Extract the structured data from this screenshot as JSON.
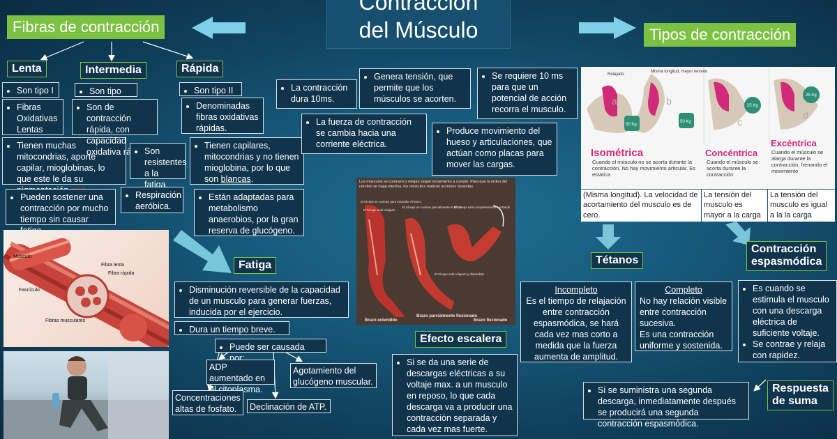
{
  "title": {
    "line1": "Contracción",
    "line2": "del Músculo"
  },
  "left": {
    "heading": "Fibras de contracción",
    "lenta": {
      "label": "Lenta",
      "b1": "Son tipo I",
      "b2": "Fibras Oxidativas Lentas",
      "b3a": "Tienen muchas mitocondrias, aporte capilar, mioglobinas, lo que este le da su pigmentación ",
      "b3b": "rojo.",
      "b4": "Pueden sostener una contracción por mucho tiempo sin causar fatiga."
    },
    "intermedia": {
      "label": "Intermedia",
      "b1": "Son tipo IIA",
      "b2": "Son de contracción rápida, con capacidad oxidativa rápida.",
      "b3": "Son resistentes a la fatiga.",
      "b4": "Respiración aeróbica."
    },
    "rapida": {
      "label": "Rápida",
      "b1": "Son tipo II",
      "b2": "Denominadas fibras oxidativas rápidas.",
      "b3a": "Tienen capilares, mitocondrias y no tienen mioglobina, por lo que son ",
      "b3b": "blancas",
      "b3c": ".",
      "b4": "Están adaptadas para metabolismo anaerobios, por la gran reserva de glucógeno."
    },
    "muscle_labels": {
      "musculo": "Músculo",
      "fibra_lenta": "Fibra lenta",
      "fibra_rapida": "Fibra rápida",
      "fasciculo": "Fascículo",
      "fibras_musculares": "Fibras musculares"
    }
  },
  "center": {
    "c1": "La contracción dura 10ms.",
    "c2": "Genera tensión, que permite que los músculos se acorten.",
    "c3": "Se requiere 10 ms para que un potencial de acción recorra el musculo.",
    "c4": "La fuerza de contracción se cambia hacia una corriente eléctrica.",
    "c5": "Produce movimiento del hueso y articulaciones, que actúan como placas para mover las cargas."
  },
  "arm_figure": {
    "caption": "Los músculos se contraen o relajan según movimiento a cumplir. Para que la orden del cerebro se haga efectiva, los músculos realizan acciones opuestas.",
    "n1": "El tríceps se contrae para extender el brazo",
    "n2": "El bíceps está relajado",
    "n3": "El bíceps se contrae parcialmente el brazo",
    "n4": "El bíceps está completamente contraído",
    "n5": "El tríceps está relajado y distendido",
    "l1": "Brazo extendido",
    "l2": "Brazo parcialmente flexionado",
    "l3": "Brazo flexionado"
  },
  "fatiga": {
    "label": "Fatiga",
    "b1": "Disminución reversible de la capacidad de un musculo para generar fuerzas, inducida por el ejercicio.",
    "b2": "Dura un tiempo breve.",
    "b3": "Puede ser causada por:",
    "c1": "ADP aumentado en el citoplasma.",
    "c2": "Agotamiento del glucógeno muscular.",
    "c3": "Concentraciones altas de fosfato.",
    "c4": "Declinación de ATP."
  },
  "escalera": {
    "label": "Efecto escalera",
    "b1": "Si se da una serie de descargas eléctricas a su voltaje max. a un musculo en reposo, lo que cada descarga va a producir una contracción separada y cada vez mas fuerte."
  },
  "tipos": {
    "heading": "Tipos de contracción",
    "panel": {
      "relajado": "Relajado",
      "misma": "Misma longitud, mayor tensión",
      "a": "a",
      "b": "b",
      "c": "c",
      "d": "d",
      "w1": "50 Kg",
      "w2": "50 Kg",
      "w3": "25 Kg",
      "w4": "25 Kg",
      "iso_t": "Isométrica",
      "iso_d": "Cuando el músculo no se acorta durante la contracción. No hay movimiento articular. Es estática",
      "con_t": "Concéntrica",
      "con_d": "Cuando el músculo se acorta durante la contracción",
      "exc_t": "Excéntrica",
      "exc_d": "Cuando el músculo se alarga durante la contracción, frenando el movimiento"
    },
    "d1": "(Misma longitud). La velocidad de acortamiento del musculo es de cero.",
    "d2": "La tensión del musculo es mayor a la carga",
    "d3": "La tensión del musculo es igual a la  la carga"
  },
  "tetanos": {
    "label": "Tétanos",
    "inc_t": "Incompleto",
    "inc": "Es el tiempo de relajación entre contracción espasmódica, se hará cada vez mas corto a medida que la fuerza aumenta de amplitud.",
    "com_t": "Completo",
    "com1": "No hay relación visible entre contracción sucesiva.",
    "com2": "Es una contracción uniforme y sostenida."
  },
  "espasmodica": {
    "label1": "Contracción",
    "label2": "espasmódica",
    "b1": "Es cuando se estimula el musculo con una descarga eléctrica de suficiente voltaje.",
    "b2": "Se contrae y relaja con rapidez."
  },
  "respuesta": {
    "label1": "Respuesta",
    "label2": "de suma",
    "b1": "Si se suministra una segunda descarga, inmediatamente después se producirá una segunda contracción espasmódica."
  }
}
